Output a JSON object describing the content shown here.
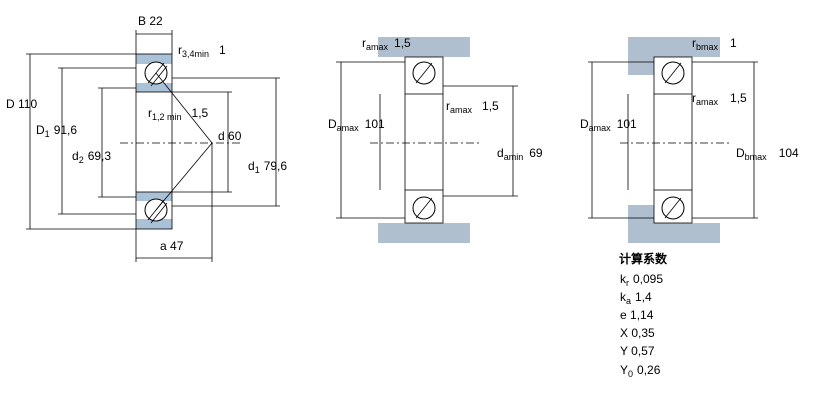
{
  "view1": {
    "B": {
      "sym": "B",
      "val": "22"
    },
    "r34": {
      "sym": "r",
      "sub": "3,4min",
      "val": "1"
    },
    "r12": {
      "sym": "r",
      "sub": "1,2 min",
      "val": "1,5"
    },
    "D": {
      "sym": "D",
      "val": "110"
    },
    "D1": {
      "sym": "D",
      "sub": "1",
      "val": "91,6"
    },
    "d2": {
      "sym": "d",
      "sub": "2",
      "val": "69,3"
    },
    "d": {
      "sym": "d",
      "val": "60"
    },
    "d1": {
      "sym": "d",
      "sub": "1",
      "val": "79,6"
    },
    "a": {
      "sym": "a",
      "val": "47"
    }
  },
  "view2": {
    "ramax_top": {
      "sym": "r",
      "sub": "amax",
      "val": "1,5"
    },
    "Damax": {
      "sym": "D",
      "sub": "amax",
      "val": "101"
    },
    "ramax_mid": {
      "sym": "r",
      "sub": "amax",
      "val": "1,5"
    },
    "damin": {
      "sym": "d",
      "sub": "amin",
      "val": "69"
    }
  },
  "view3": {
    "rbmax": {
      "sym": "r",
      "sub": "bmax",
      "val": "1"
    },
    "ramax": {
      "sym": "r",
      "sub": "amax",
      "val": "1,5"
    },
    "Damax": {
      "sym": "D",
      "sub": "amax",
      "val": "101"
    },
    "Dbmax": {
      "sym": "D",
      "sub": "bmax",
      "val": "104"
    }
  },
  "calc": {
    "title": "计算系数",
    "factors": [
      {
        "sym": "k",
        "sub": "r",
        "val": "0,095"
      },
      {
        "sym": "k",
        "sub": "a",
        "val": "1,4"
      },
      {
        "sym": "e",
        "sub": "",
        "val": "1,14"
      },
      {
        "sym": "X",
        "sub": "",
        "val": "0,35"
      },
      {
        "sym": "Y",
        "sub": "",
        "val": "0,57"
      },
      {
        "sym": "Y",
        "sub": "0",
        "val": "0,26"
      }
    ]
  },
  "colors": {
    "housing": "#b0bfcf",
    "ring": "#aac2d8",
    "line": "#000000",
    "background": "#ffffff"
  }
}
